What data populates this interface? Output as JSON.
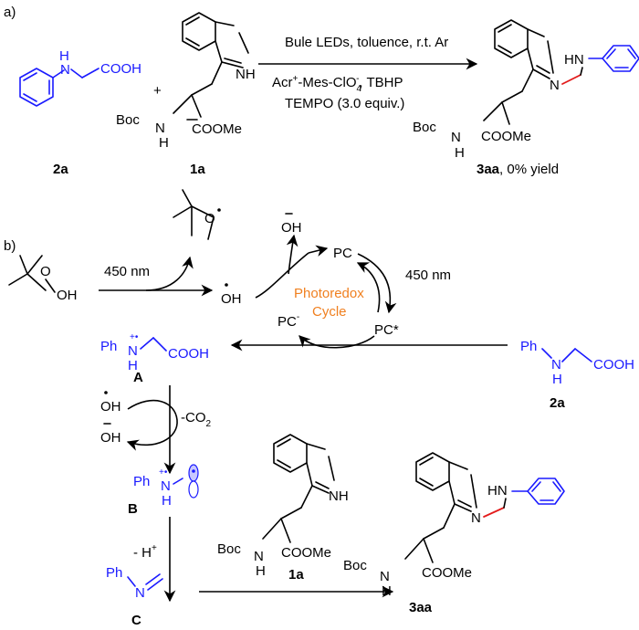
{
  "part_a": {
    "label": "a)",
    "reactant_2a": {
      "nh": "H",
      "n": "N",
      "cooh": "COOH",
      "code": "2a"
    },
    "plus": "+",
    "reactant_1a": {
      "nh": "NH",
      "boc": "Boc",
      "n": "N",
      "h": "H",
      "coome": "COOMe",
      "code": "1a"
    },
    "conditions": {
      "line1": "Bule LEDs,  toluence, r.t. Ar",
      "line2_pre": "Acr",
      "line2_sup": "+",
      "line2_mid": "-Mes-ClO",
      "line2_sub": "4",
      "line2_sup2": "-",
      "line2_post": ", TBHP",
      "line3": "TEMPO (3.0 equiv.)"
    },
    "product_3aa": {
      "n": "N",
      "hn": "HN",
      "boc": "Boc",
      "nh_n": "N",
      "nh_h": "H",
      "coome": "COOMe",
      "code": "3aa",
      "yield": ", 0% yield"
    }
  },
  "part_b": {
    "label": "b)",
    "tbhp": {
      "o1": "O",
      "o2": "OH"
    },
    "light1": "450 nm",
    "tbuo": {
      "o": "O"
    },
    "oh_radical": "OH",
    "hydroxide_top": "OH",
    "cycle": {
      "pc": "PC",
      "pc_star": "PC*",
      "pc_minus": "PC",
      "pc_minus_sup": "-",
      "title1": "Photoredox",
      "title2": "Cycle",
      "light": "450 nm"
    },
    "reactant_2a": {
      "ph": "Ph",
      "n": "N",
      "h": "H",
      "cooh": "COOH",
      "code": "2a"
    },
    "int_A": {
      "ph": "Ph",
      "charge": "+•",
      "n": "N",
      "h": "H",
      "cooh": "COOH",
      "code": "A"
    },
    "oh_in": "OH",
    "oh_out": "OH",
    "co2": "-CO",
    "co2_sub": "2",
    "int_B": {
      "ph": "Ph",
      "charge": "+•",
      "n": "N",
      "h": "H",
      "code": "B"
    },
    "minus_h": "- H",
    "minus_h_sup": "+",
    "int_C": {
      "ph": "Ph",
      "n": "N",
      "code": "C"
    },
    "reactant_1a": {
      "nh": "NH",
      "boc": "Boc",
      "n": "N",
      "h": "H",
      "coome": "COOMe",
      "code": "1a"
    },
    "product_3aa": {
      "n": "N",
      "hn": "HN",
      "boc": "Boc",
      "nh_n": "N",
      "nh_h": "H",
      "coome": "COOMe",
      "code": "3aa"
    }
  }
}
